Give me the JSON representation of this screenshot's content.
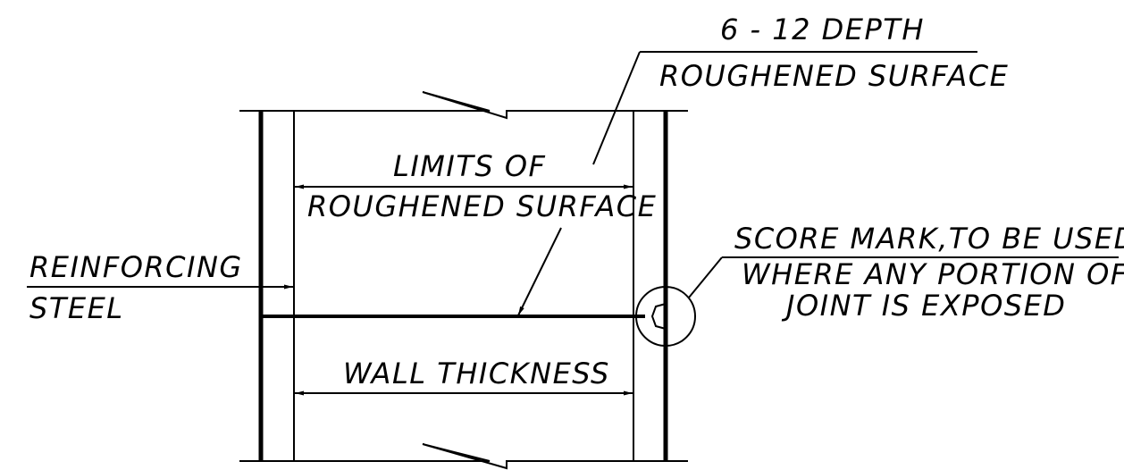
{
  "labels": {
    "depth_line1": "6 - 12 DEPTH",
    "depth_line2": "ROUGHENED SURFACE",
    "limits_line1": "LIMITS OF",
    "limits_line2": "ROUGHENED SURFACE",
    "score_line1": "SCORE MARK,TO BE USED",
    "score_line2": "WHERE ANY PORTION OF",
    "score_line3": "JOINT IS EXPOSED",
    "reinf_line1": "REINFORCING",
    "reinf_line2": "STEEL",
    "wall": "WALL THICKNESS"
  },
  "colors": {
    "ink": "#000000",
    "background": "#ffffff"
  }
}
